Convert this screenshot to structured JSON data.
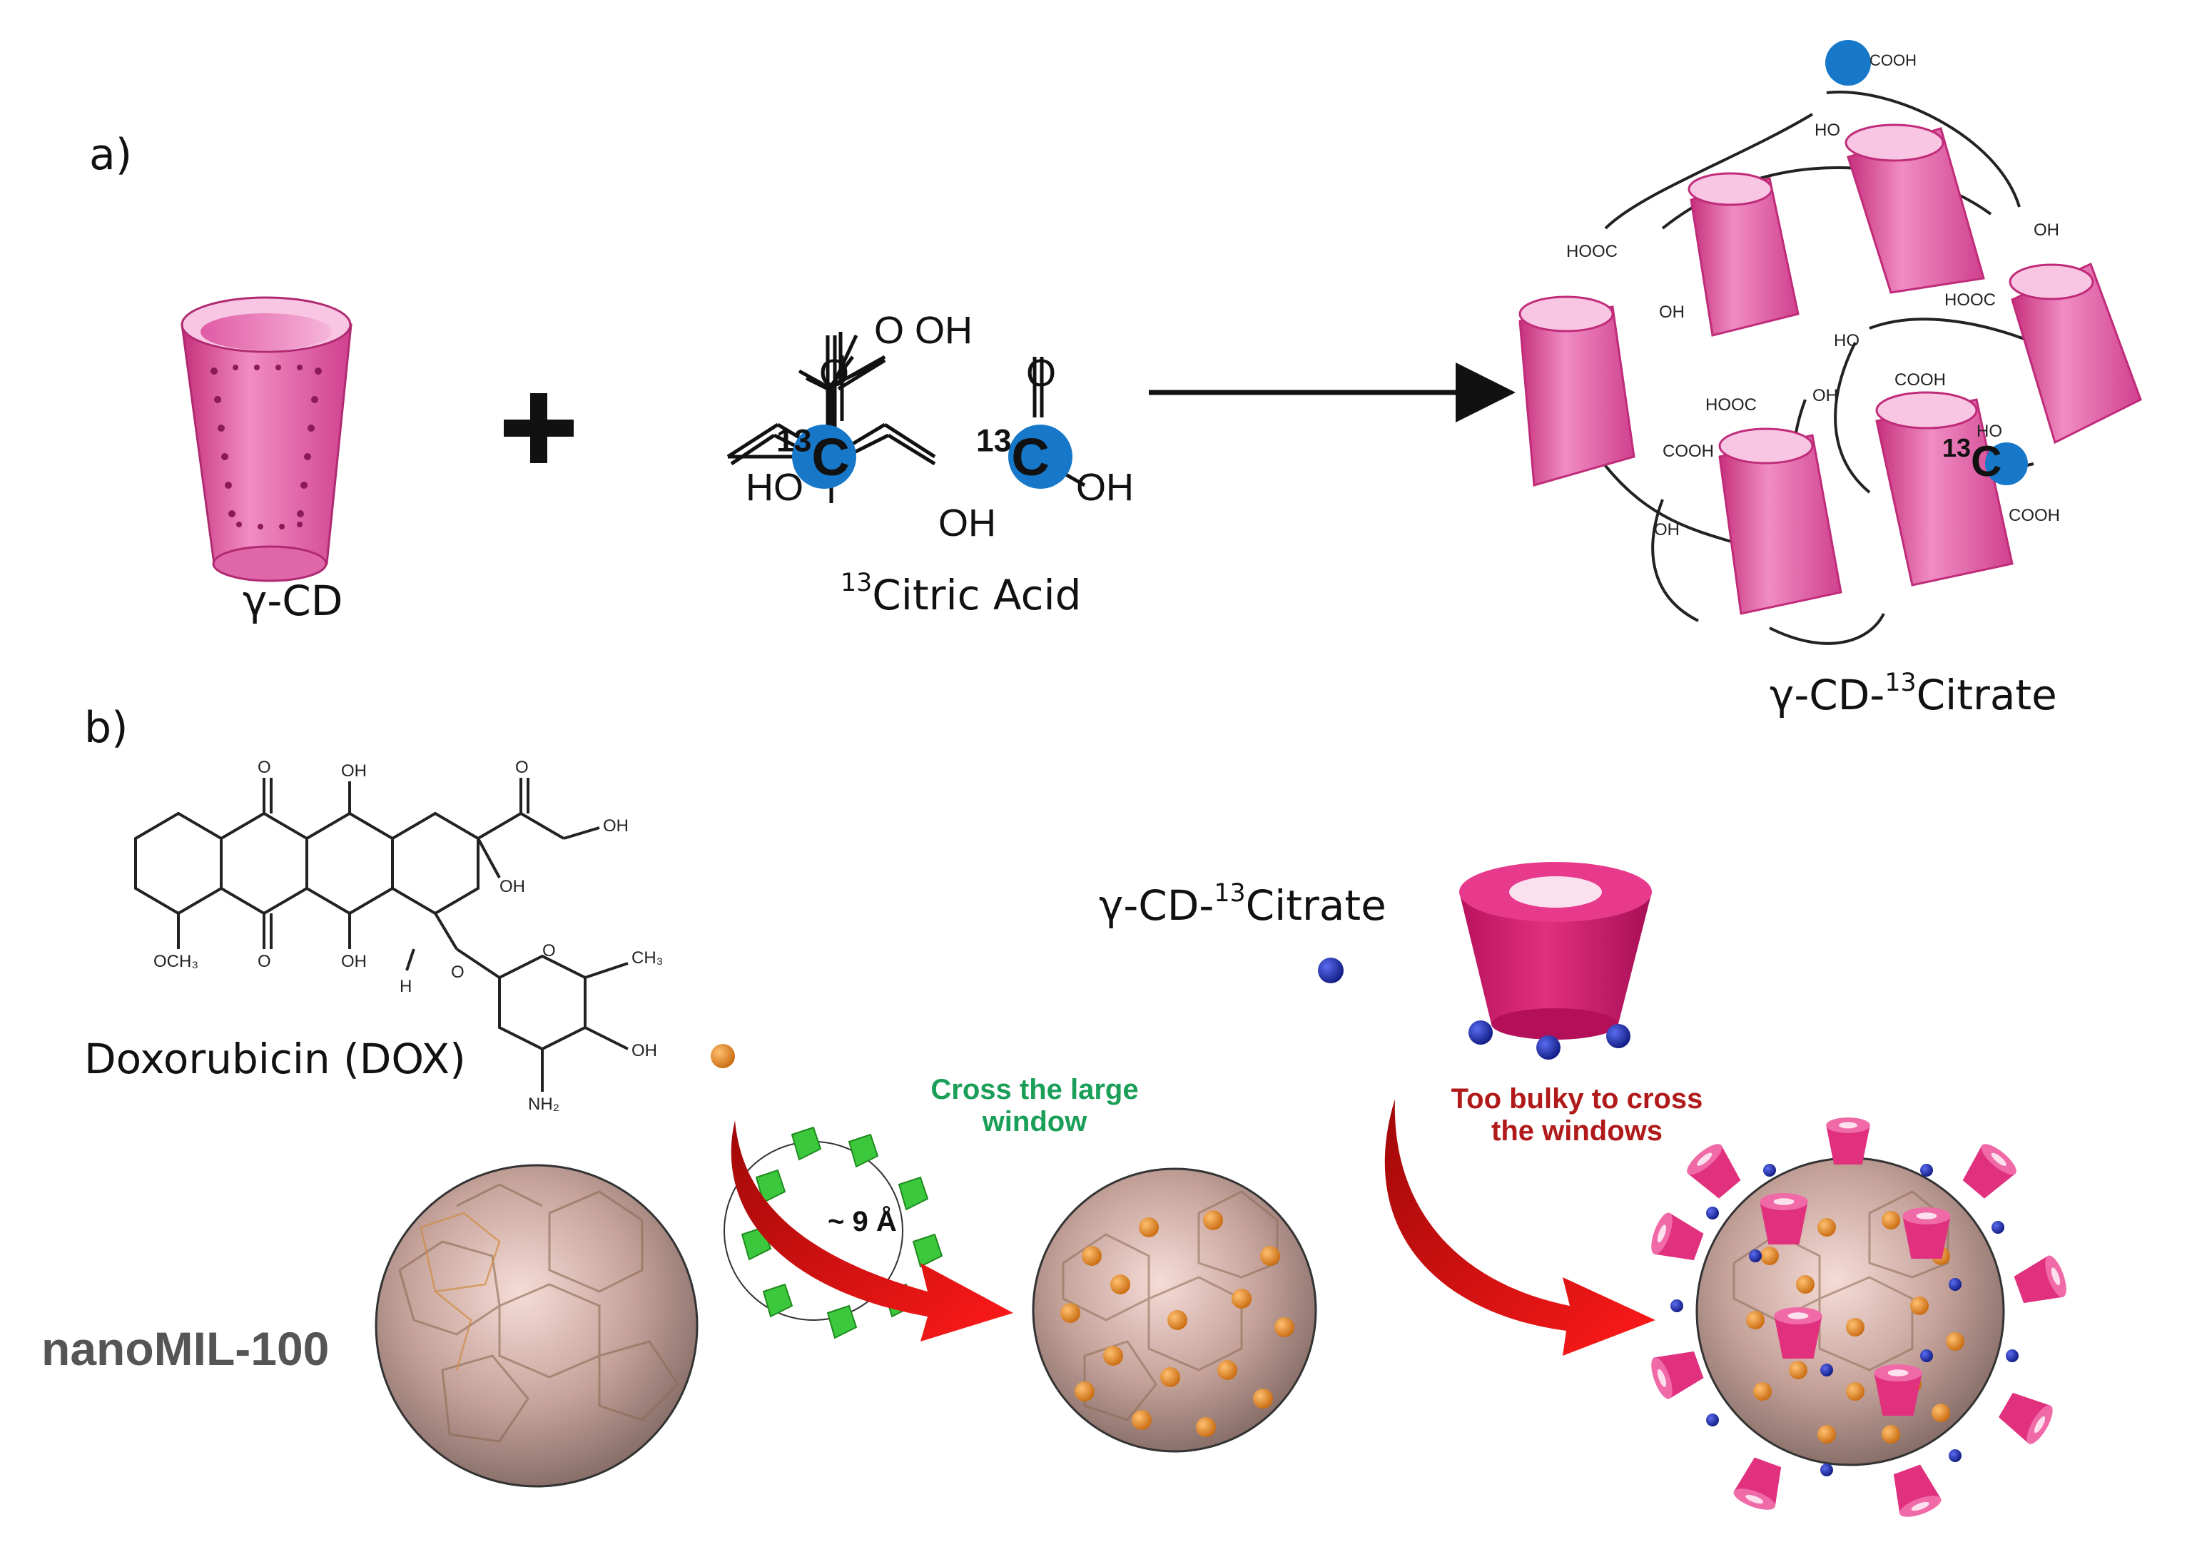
{
  "panel_a": {
    "label": "a)",
    "gamma_cd": {
      "prefix": "γ-CD",
      "caption": "γ-CD"
    },
    "plus": "+",
    "citric_acid": {
      "iso": "13",
      "name": "Citric Acid",
      "atom_label": "13C"
    },
    "product": {
      "prefix": "γ-CD-",
      "iso": "13",
      "name": "Citrate"
    },
    "chem_labels": {
      "o": "O",
      "oh": "OH",
      "ho": "HO",
      "c": "C",
      "iso": "13",
      "cooh": "COOH",
      "hooc": "HOOC"
    }
  },
  "panel_b": {
    "label": "b)",
    "dox": "Doxorubicin (DOX)",
    "dox_labels": {
      "o": "O",
      "oh": "OH",
      "och3": "OCH₃",
      "nh2": "NH₂",
      "h": "H",
      "ch3": "CH₃"
    },
    "nanomil": "nanoMIL-100",
    "window_size": "~ 9 Å",
    "cross_large_line1": "Cross the large",
    "cross_large_line2": "window",
    "too_bulky_line1": "Too bulky to cross",
    "too_bulky_line2": "the windows",
    "gcd_citrate": {
      "prefix": "γ-CD-",
      "iso": "13",
      "name": "Citrate"
    }
  },
  "colors": {
    "cd_pink": "#e0489a",
    "cd_light": "#f4a9d2",
    "carbon_blue": "#1777c9",
    "dox_orange": "#d9801f",
    "arrow_red": "#e01010",
    "sphere_base": "#b89890",
    "linker_green": "#3cc83c",
    "label_green": "#1a9e58",
    "label_red": "#b01a1a"
  }
}
